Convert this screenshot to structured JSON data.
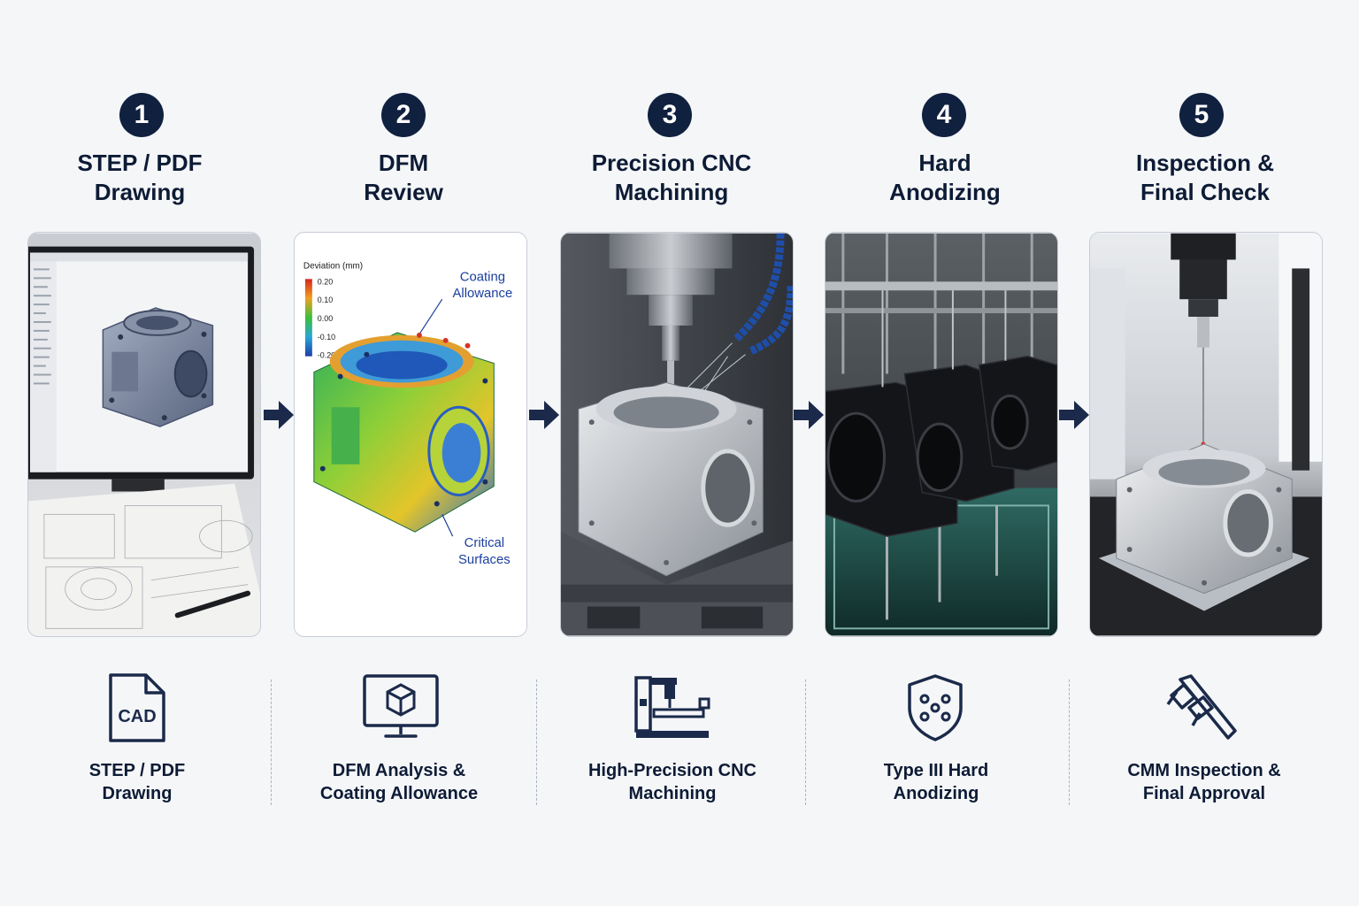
{
  "steps": [
    {
      "number": "1",
      "title_l1": "STEP / PDF",
      "title_l2": "Drawing",
      "label_l1": "STEP / PDF",
      "label_l2": "Drawing",
      "icon_text": "CAD"
    },
    {
      "number": "2",
      "title_l1": "DFM",
      "title_l2": "Review",
      "label_l1": "DFM Analysis &",
      "label_l2": "Coating Allowance"
    },
    {
      "number": "3",
      "title_l1": "Precision CNC",
      "title_l2": "Machining",
      "label_l1": "High-Precision CNC",
      "label_l2": "Machining"
    },
    {
      "number": "4",
      "title_l1": "Hard",
      "title_l2": "Anodizing",
      "label_l1": "Type III Hard",
      "label_l2": "Anodizing"
    },
    {
      "number": "5",
      "title_l1": "Inspection &",
      "title_l2": "Final Check",
      "label_l1": "CMM Inspection &",
      "label_l2": "Final Approval"
    }
  ],
  "dfm": {
    "legend_title": "Deviation (mm)",
    "legend_ticks": [
      "0.20",
      "0.10",
      "0.00",
      "-0.10",
      "-0.20"
    ],
    "callout_coating_l1": "Coating",
    "callout_coating_l2": "Allowance",
    "callout_critical_l1": "Critical",
    "callout_critical_l2": "Surfaces"
  },
  "colors": {
    "badge": "#10203f",
    "text": "#0d1b35",
    "accent_blue": "#1b3f9e",
    "background": "#f5f6f8"
  },
  "icons": [
    "cad-file-icon",
    "monitor-cube-icon",
    "cnc-machine-icon",
    "shield-dots-icon",
    "caliper-icon",
    "arrow-right-icon"
  ]
}
